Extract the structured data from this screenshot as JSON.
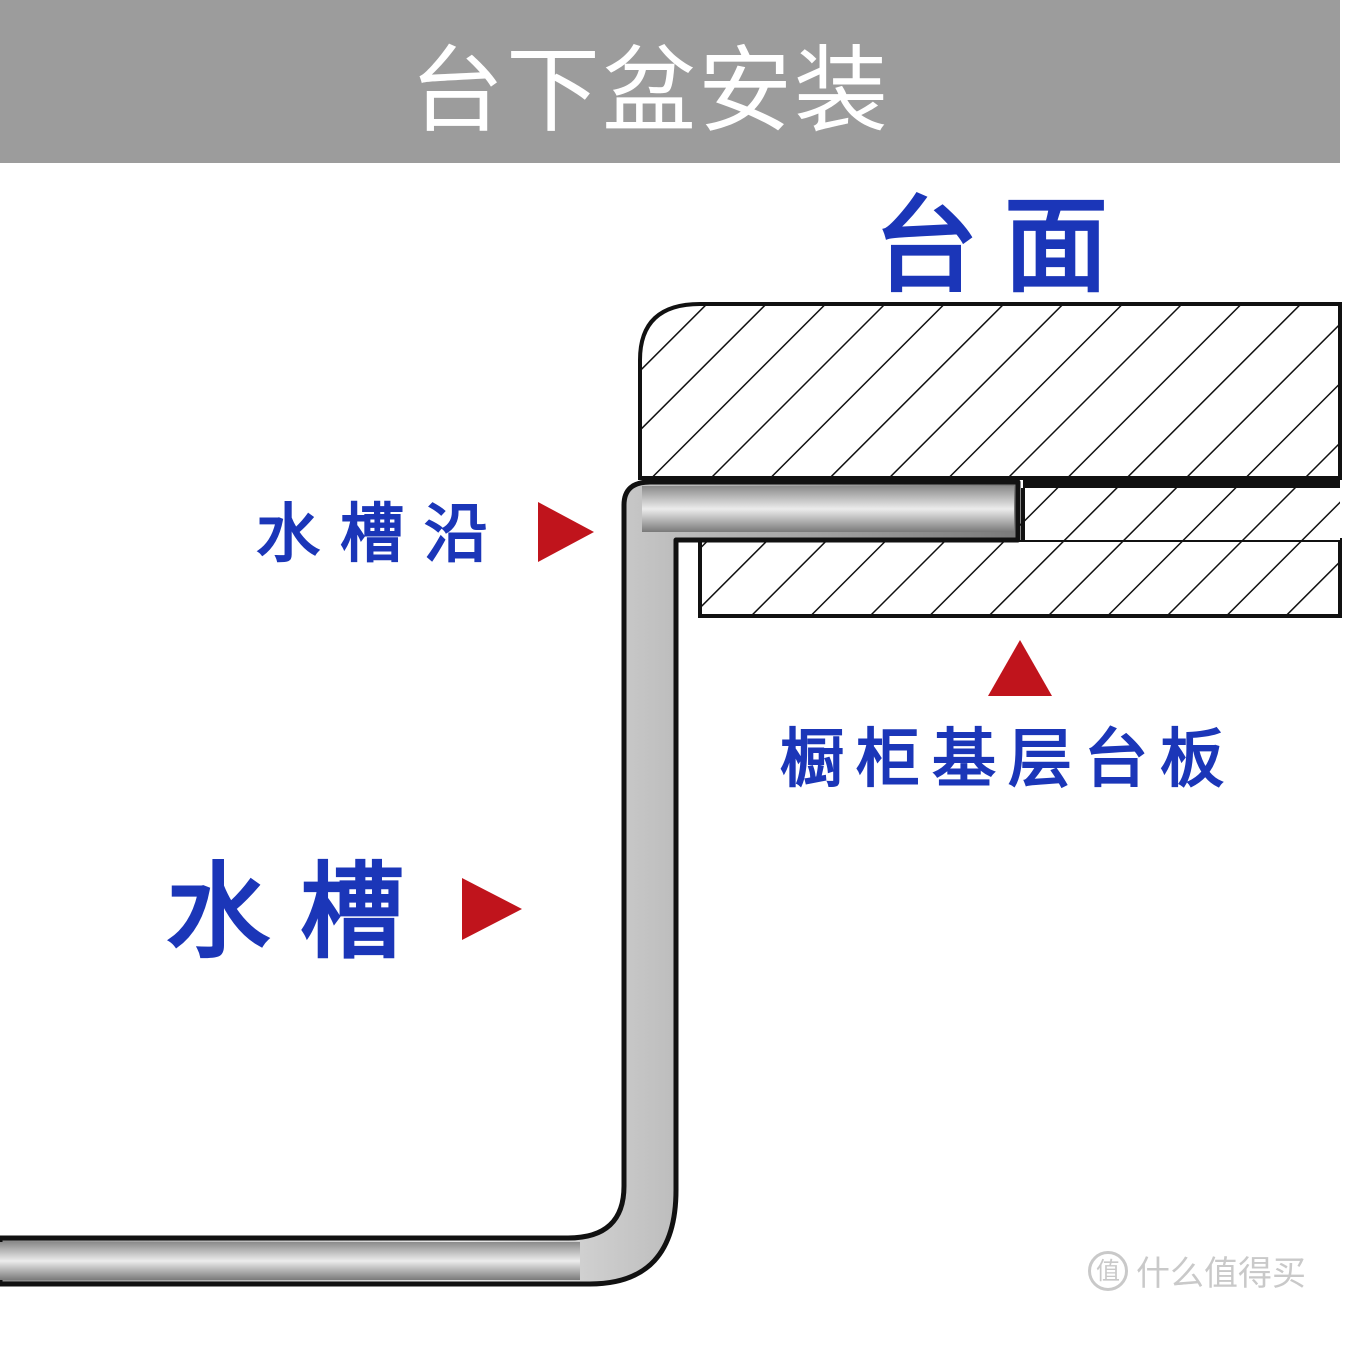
{
  "header": {
    "title": "台下盆安装"
  },
  "labels": {
    "countertop": "台面",
    "sink_rim": "水槽沿",
    "cabinet_base_board": "橱柜基层台板",
    "sink": "水槽"
  },
  "watermark": {
    "icon_glyph": "值",
    "text": "什么值得买"
  },
  "colors": {
    "label_blue": "#1b36b8",
    "arrow_red": "#c0141c",
    "header_gray": "#9c9c9c"
  }
}
